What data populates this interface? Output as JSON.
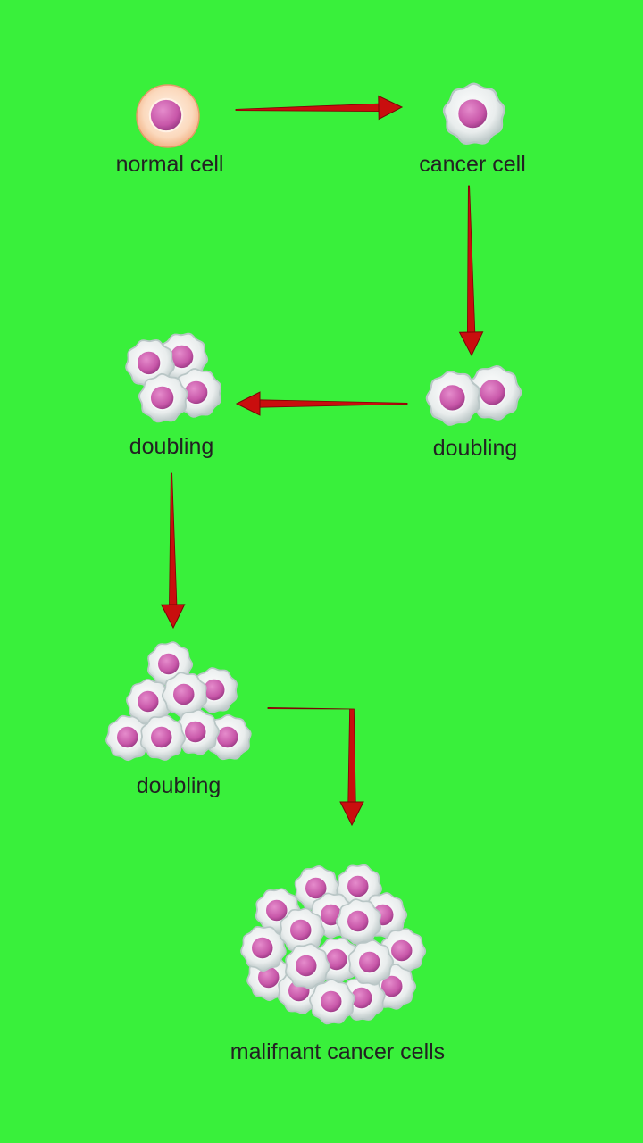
{
  "colors": {
    "background": "#39f03b",
    "arrow": "#c90e0e",
    "arrow_dark": "#7a0505",
    "nucleus": "#d166b4",
    "cancer_membrane": "#e8ecec",
    "normal_membrane": "#f8c8a2"
  },
  "stages": {
    "normal": {
      "label": "normal cell",
      "cell_count": 1
    },
    "cancer": {
      "label": "cancer cell",
      "cell_count": 1
    },
    "doubling_1": {
      "label": "doubling",
      "cell_count": 2
    },
    "doubling_2": {
      "label": "doubling",
      "cell_count": 4
    },
    "doubling_3": {
      "label": "doubling",
      "cell_count": 8
    },
    "malignant": {
      "label": "malifnant cancer cells"
    }
  }
}
